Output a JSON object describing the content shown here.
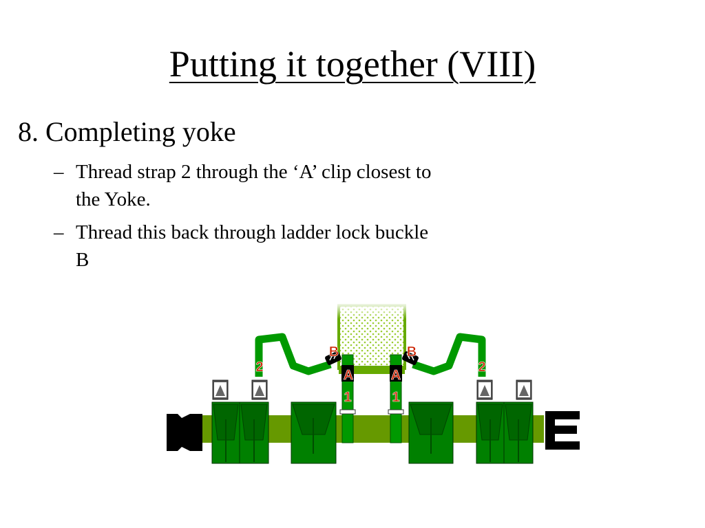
{
  "slide": {
    "title": "Putting it together (VIII)",
    "step_heading": "8. Completing yoke",
    "bullets": [
      "Thread strap 2 through the ‘A’ clip closest to the Yoke.",
      "Thread this back through ladder lock buckle B"
    ],
    "bullet_marker": "–"
  },
  "diagram": {
    "labels": {
      "buckle": "B",
      "clip": "A",
      "strap_1": "1",
      "strap_2": "2"
    },
    "colors": {
      "belt": "#669900",
      "pouch": "#008000",
      "pouch_dark": "#005a00",
      "strap": "#009900",
      "label": "#cc2200",
      "yoke_mesh": "#9acd32",
      "buckle": "#000000"
    },
    "icons": [
      "arrow-up-icon",
      "buckle-icon"
    ]
  }
}
